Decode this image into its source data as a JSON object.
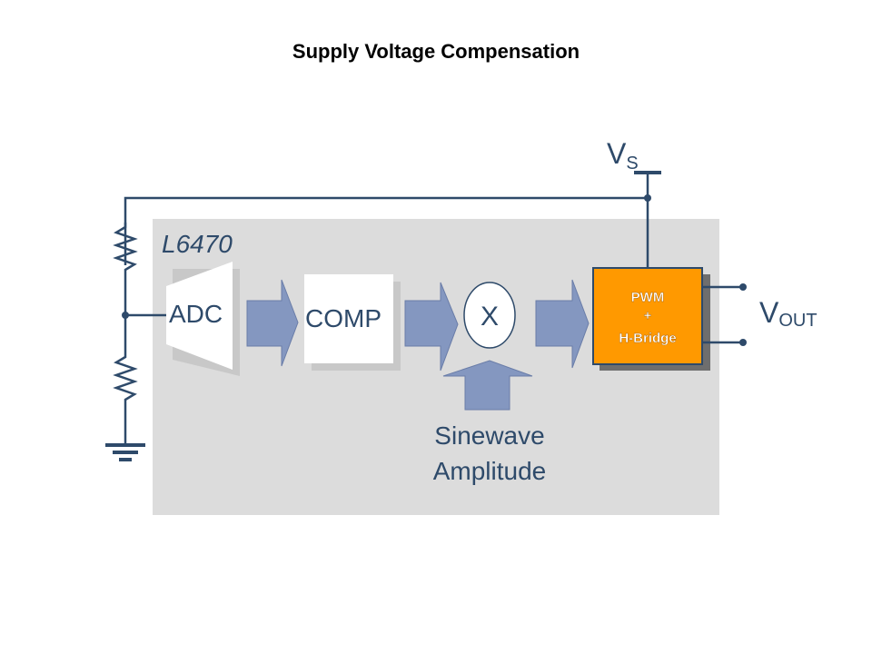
{
  "title": "Supply Voltage Compensation",
  "chip": {
    "name": "L6470"
  },
  "blocks": {
    "adc": "ADC",
    "comp": "COMP",
    "multiplier": "X",
    "pwm": [
      "PWM",
      "+",
      "H-Bridge"
    ]
  },
  "supply": {
    "main": "V",
    "sub": "S"
  },
  "output": {
    "main": "V",
    "sub": "OUT"
  },
  "input_label": [
    "Sinewave",
    "Amplitude"
  ],
  "colors": {
    "wire": "#2e4a6a",
    "chip_bg": "#dcdcdc",
    "arrow": "#8497c0",
    "pwm_block": "#ff9900"
  }
}
